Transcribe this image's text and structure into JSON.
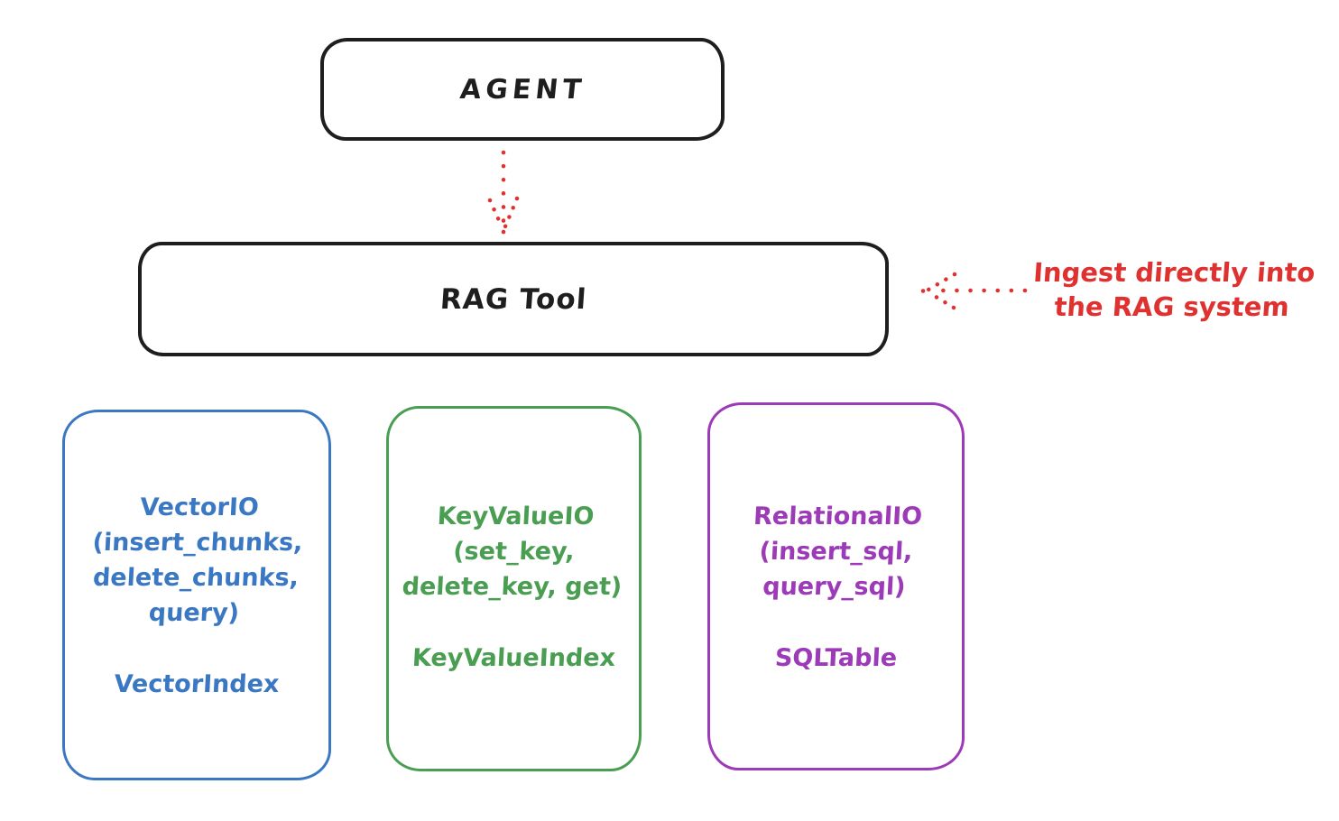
{
  "diagram": {
    "nodes": {
      "agent": {
        "label": "AGENT"
      },
      "rag_tool": {
        "label": "RAG Tool"
      }
    },
    "annotation": {
      "line1": "Ingest directly into",
      "line2": "the RAG system"
    },
    "backends": [
      {
        "name": "VectorIO",
        "lines": [
          "VectorIO",
          "(insert_chunks,",
          "delete_chunks,",
          "query)"
        ],
        "index_label": "VectorIndex",
        "color": "#3b78c4"
      },
      {
        "name": "KeyValueIO",
        "lines": [
          "KeyValueIO",
          "(set_key,",
          "delete_key, get)"
        ],
        "index_label": "KeyValueIndex",
        "color": "#4a9e52"
      },
      {
        "name": "RelationalIO",
        "lines": [
          "RelationalIO",
          "(insert_sql,",
          "query_sql)"
        ],
        "index_label": "SQLTable",
        "color": "#9c3ab8"
      }
    ],
    "arrows": [
      {
        "name": "agent-to-rag-tool",
        "style": "dotted",
        "direction": "down",
        "color": "#e03131"
      },
      {
        "name": "annotation-to-rag-tool",
        "style": "dotted",
        "direction": "left",
        "color": "#e03131"
      }
    ],
    "colors": {
      "ink": "#1e1e1e",
      "accent_red": "#e03131",
      "background": "#ffffff"
    }
  }
}
